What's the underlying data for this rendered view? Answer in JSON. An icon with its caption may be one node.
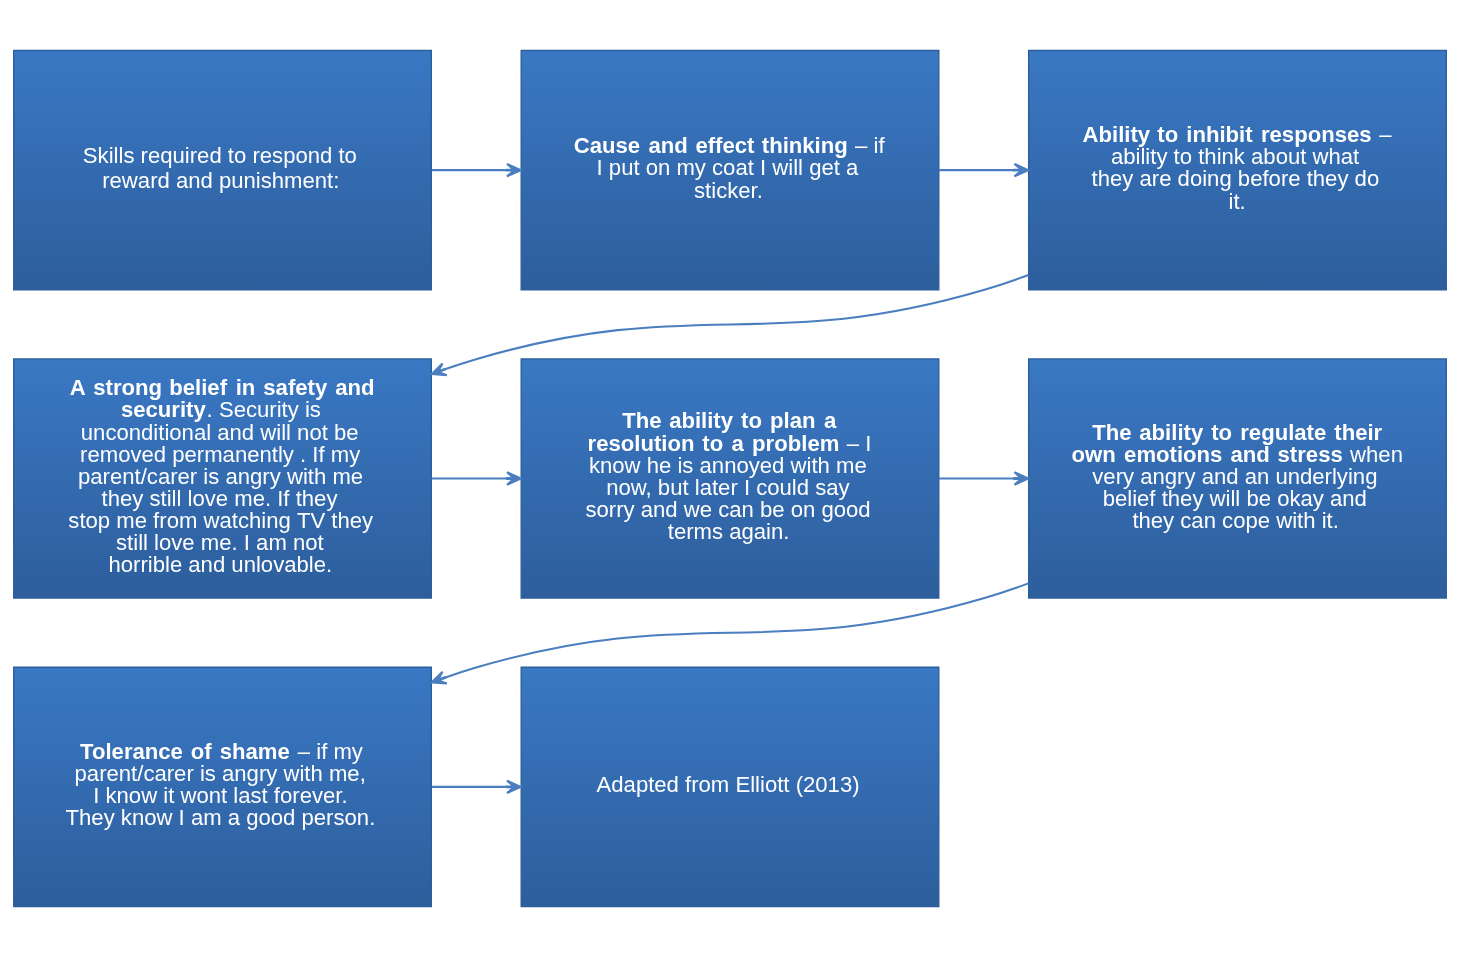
{
  "diagram": {
    "nodes": [
      {
        "text": [
          "Skills required to respond to reward and punishment:"
        ]
      },
      {
        "text": [
          "**Cause and effect thinking** – if I put on my coat I will get a sticker."
        ]
      },
      {
        "text": [
          "**Ability to inhibit responses** – ability to think about what they are doing before they do it."
        ]
      },
      {
        "text": [
          "**A strong belief in safety and security**. Security is unconditional and will not be removed permanently . If my parent/carer is angry with me they still love me. If they stop me from watching TV they still love me. I am not horrible and unlovable."
        ]
      },
      {
        "text": [
          "**The ability to plan a resolution to a problem** – I know he is annoyed with me now, but later I could say sorry and we can be on good terms again."
        ]
      },
      {
        "text": [
          "**The ability to regulate their own emotions and stress** when very angry and an underlying belief they will be okay and they can cope with it."
        ]
      },
      {
        "text": [
          "**Tolerance of shame** – if my parent/carer is angry with me, I know it wont last forever. They know I am a good person."
        ]
      },
      {
        "text": [
          "Adapted from Elliott (2013)"
        ]
      }
    ],
    "edges": [
      {
        "from": 0,
        "to": 1,
        "arrow": "to"
      },
      {
        "from": 1,
        "to": 2,
        "arrow": "to"
      },
      {
        "from": 2,
        "to": 3,
        "arrow": "to"
      },
      {
        "from": 3,
        "to": 4,
        "arrow": "to"
      },
      {
        "from": 4,
        "to": 5,
        "arrow": "to"
      },
      {
        "from": 5,
        "to": 6,
        "arrow": "to"
      },
      {
        "from": 6,
        "to": 7,
        "arrow": "to"
      }
    ]
  }
}
